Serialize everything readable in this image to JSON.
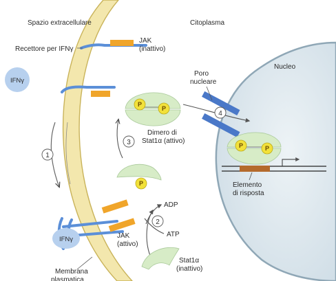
{
  "labels": {
    "extracellular": "Spazio extracellulare",
    "cytoplasm": "Citoplasma",
    "receptor": "Recettore per IFNγ",
    "jak_inactive_1": "JAK",
    "jak_inactive_2": "(inattivo)",
    "ifn_free": "IFNγ",
    "pore_1": "Poro",
    "pore_2": "nucleare",
    "nucleus": "Nucleo",
    "dimer_1": "Dimero di",
    "dimer_2": "Stat1α (attivo)",
    "element_1": "Elemento",
    "element_2": "di risposta",
    "adp": "ADP",
    "atp": "ATP",
    "jak_active_1": "JAK",
    "jak_active_2": "(attivo)",
    "ifn_bound": "IFNγ",
    "stat_1": "Stat1α",
    "stat_2": "(inattivo)",
    "membrane_1": "Membrana",
    "membrane_2": "plasmatica"
  },
  "steps": [
    "1",
    "2",
    "3",
    "4"
  ],
  "phosphate": "P",
  "colors": {
    "membrane": "#f3e7ad",
    "membrane_edge": "#c9b35a",
    "nucleus": "#dde8ee",
    "receptor": "#5b8fd8",
    "jak": "#f0a52a",
    "stat": "#d7ecc7",
    "phosphate": "#f2e13a",
    "pore": "#4a78c8",
    "response_element": "#b46a2c"
  }
}
